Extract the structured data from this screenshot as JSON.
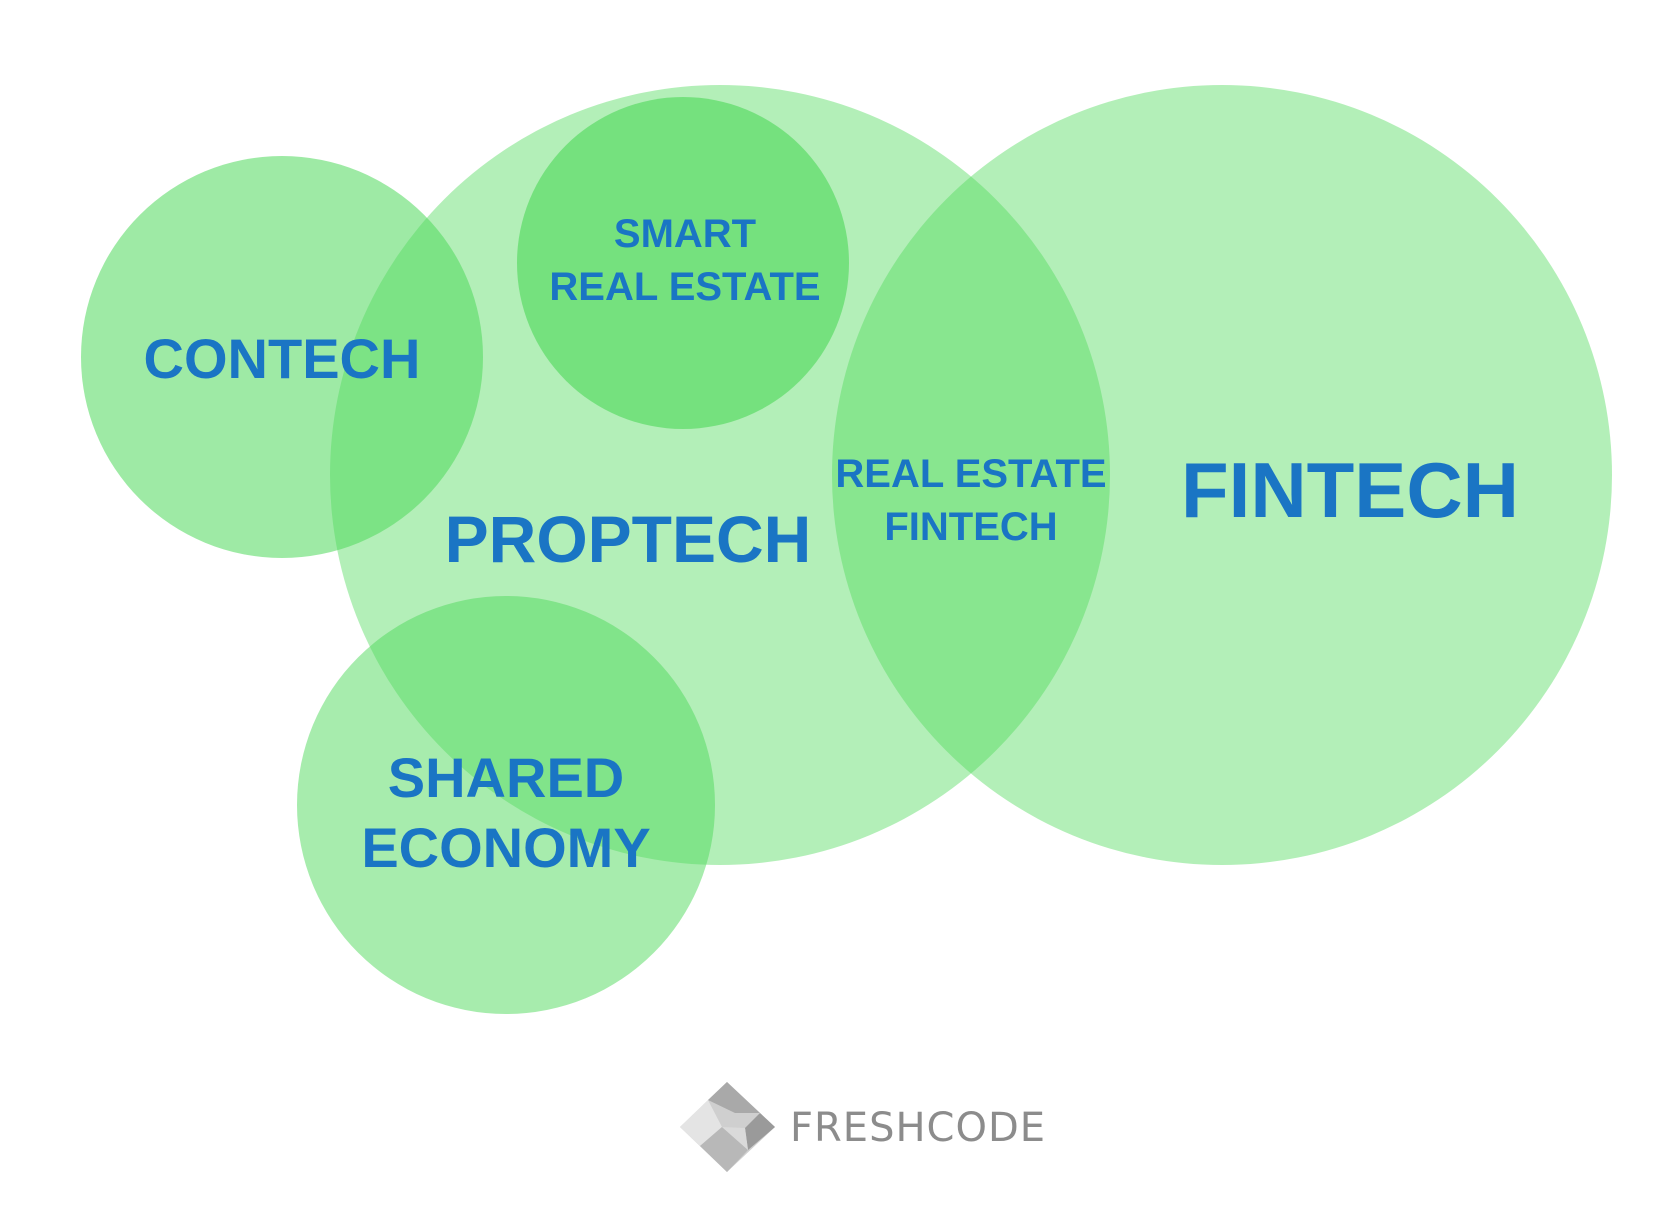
{
  "diagram": {
    "type": "venn",
    "circles": [
      {
        "id": "proptech",
        "label": "PROPTECH"
      },
      {
        "id": "fintech",
        "label": "FINTECH"
      },
      {
        "id": "contech",
        "label": "CONTECH"
      },
      {
        "id": "smart_real_estate",
        "label_line1": "SMART",
        "label_line2": "REAL ESTATE"
      },
      {
        "id": "shared_economy",
        "label_line1": "SHARED",
        "label_line2": "ECONOMY"
      }
    ],
    "intersections": [
      {
        "between": [
          "proptech",
          "fintech"
        ],
        "label_line1": "REAL ESTATE",
        "label_line2": "FINTECH"
      }
    ],
    "colors": {
      "circle_fill": "#4fd95b",
      "label_text": "#1a75c4",
      "background": "#ffffff"
    }
  },
  "logo": {
    "text": "FRESHCODE",
    "icon": "freshcode-diamond-icon",
    "color": "#8c8c8c"
  }
}
